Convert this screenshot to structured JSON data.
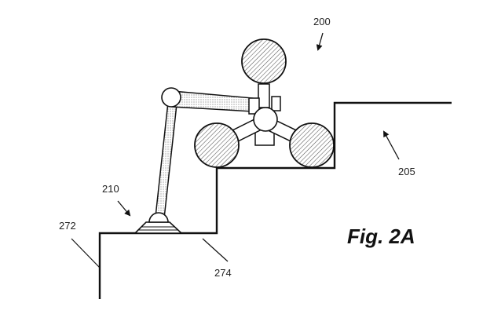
{
  "figure": {
    "title": "Fig. 2A",
    "labels": {
      "robot_system": "200",
      "stair_upper": "205",
      "foot": "210",
      "stair_riser": "272",
      "stair_tread": "274"
    }
  },
  "colors": {
    "line": "#111111",
    "wheel_hatch": "#555555",
    "arm_stipple": "#777777",
    "background": "#ffffff"
  }
}
